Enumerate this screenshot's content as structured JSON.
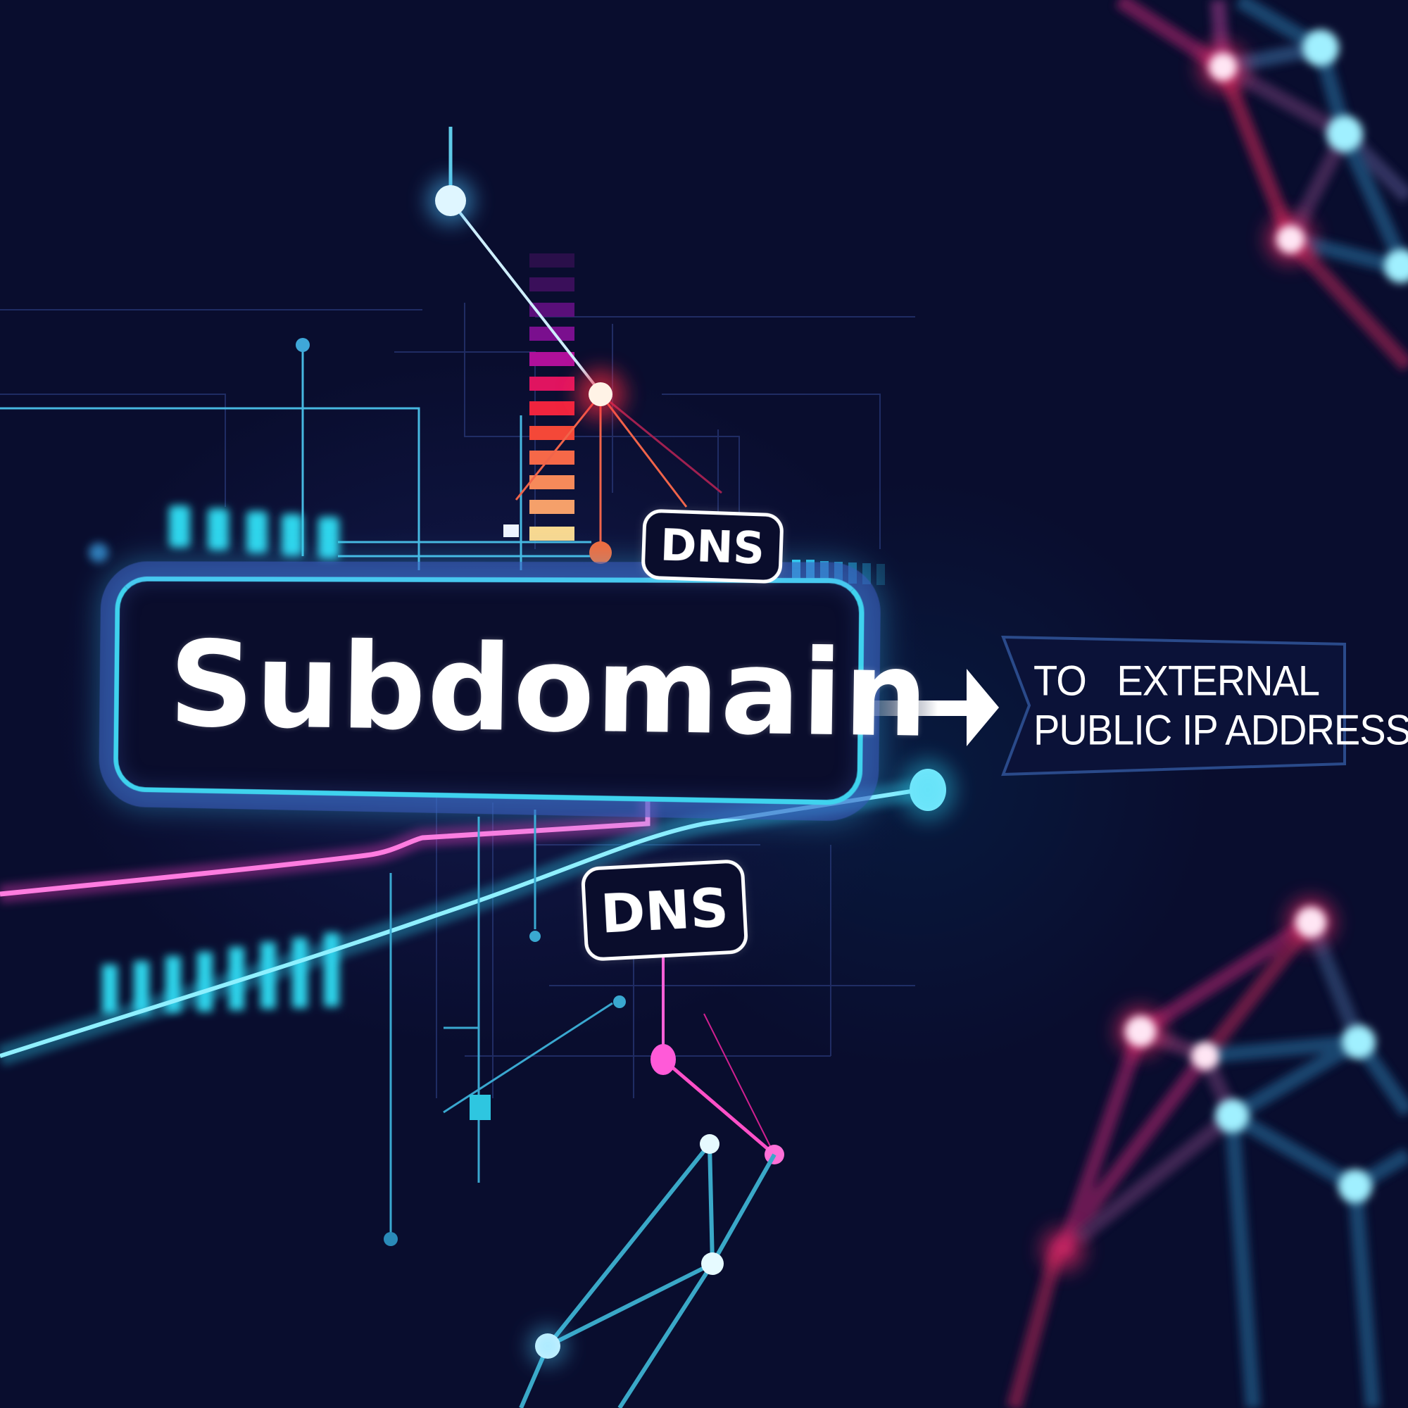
{
  "graphic": {
    "main_label": "Subdomain",
    "tags": [
      {
        "label": "DNS",
        "position": "upper"
      },
      {
        "label": "DNS",
        "position": "lower"
      }
    ],
    "destination": {
      "line1": "TO   EXTERNAL",
      "line2": "PUBLIC IP ADDRESS"
    },
    "arrow_icon": "right-arrow-icon"
  },
  "colors": {
    "background": "#090d2e",
    "accent_cyan": "#3fd3ee",
    "accent_magenta": "#ff3fc8",
    "accent_red": "#ff3a55",
    "accent_orange": "#ff6a3a",
    "text": "#ffffff"
  }
}
